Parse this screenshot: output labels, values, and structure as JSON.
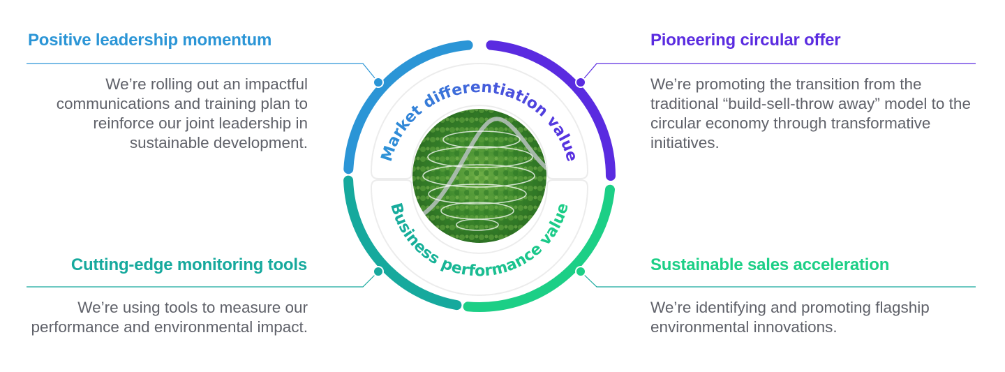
{
  "colors": {
    "blue": "#2b95d6",
    "purple": "#5a2be0",
    "teal": "#16a99d",
    "green": "#1ccf86",
    "body_text": "#5f6169",
    "inner_band": "#efefef"
  },
  "center": {
    "image_alt": "Aerial view of a green forest with a winding road and a translucent spiral sphere",
    "top_label": "Market differentiation value",
    "bottom_label": "Business performance value"
  },
  "quadrants": {
    "top_left": {
      "title": "Positive leadership momentum",
      "description": "We’re rolling out an impactful communications and training plan to reinforce our joint leadership in sustainable development."
    },
    "top_right": {
      "title": "Pioneering circular offer",
      "description": "We’re promoting the transition from the traditional “build-sell-throw away” model to the circular economy through transformative initiatives."
    },
    "bottom_left": {
      "title": "Cutting-edge monitoring tools",
      "description": "We’re using tools to measure our performance and environmental impact."
    },
    "bottom_right": {
      "title": "Sustainable sales acceleration",
      "description": "We’re identifying and promoting flagship environmental innovations."
    }
  }
}
